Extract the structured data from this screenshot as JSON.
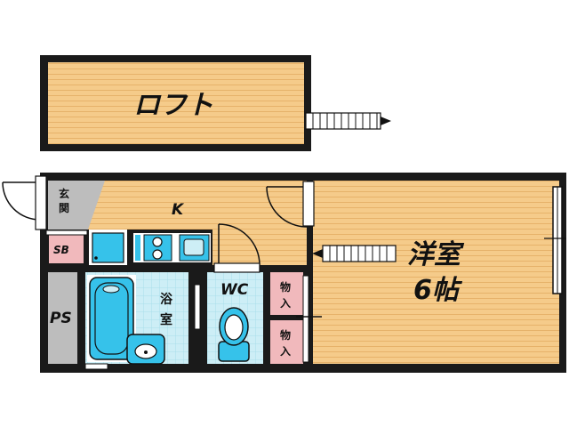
{
  "rooms": {
    "loft": "ロフト",
    "kitchen": "K",
    "entrance": "玄関",
    "shoe_box": "SB",
    "pipe_space": "PS",
    "bathroom": "浴室",
    "toilet": "WC",
    "storage_1": "物入",
    "storage_2": "物入",
    "western_room": "洋室",
    "western_room_size": "6帖"
  },
  "colors": {
    "wood_floor": "#F5CB8A",
    "wood_line": "#E6B26A",
    "wall": "#1A1A1A",
    "tile": "#CDEEF6",
    "tile_line": "#A9DDEB",
    "fixture": "#36C2EA",
    "storage": "#F1B9BC",
    "grey_floor": "#BDBDBD",
    "sb": "#F1B9BC"
  }
}
